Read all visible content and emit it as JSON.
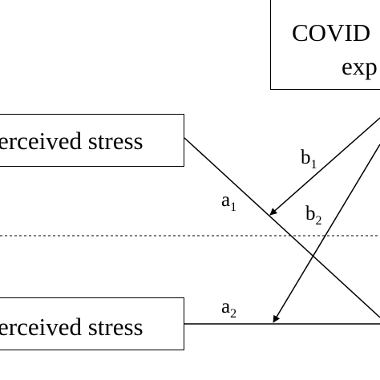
{
  "boxes": {
    "covid": {
      "line1": "COVID",
      "line2": "exp"
    },
    "stress_top": {
      "label": "erceived stress"
    },
    "stress_bottom": {
      "label": "erceived stress"
    }
  },
  "paths": {
    "a1": {
      "letter": "a",
      "sub": "1"
    },
    "b1": {
      "letter": "b",
      "sub": "1"
    },
    "b2": {
      "letter": "b",
      "sub": "2"
    },
    "a2": {
      "letter": "a",
      "sub": "2"
    }
  }
}
